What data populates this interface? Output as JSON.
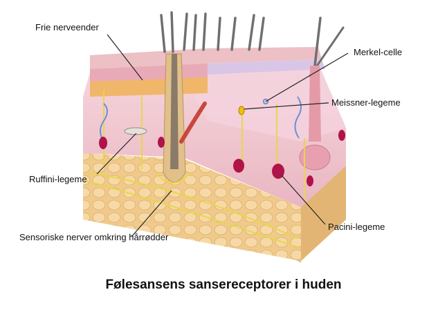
{
  "title": "Følesansens sansereceptorer i huden",
  "labels": {
    "free_nerve_endings": "Frie nerveender",
    "merkel_cell": "Merkel-celle",
    "meissner": "Meissner-legeme",
    "ruffini": "Ruffini-legeme",
    "pacini": "Pacini-legeme",
    "hair_nerves": "Sensoriske nerver omkring hårrødder"
  },
  "colors": {
    "epidermis_top": "#e9c3c6",
    "dermis": "#f2cdd4",
    "hypodermis": "#f0c98c",
    "receptor": "#b0124a",
    "nerve": "#e8d64a",
    "hair": "#6f6f6f",
    "leader": "#222222"
  }
}
